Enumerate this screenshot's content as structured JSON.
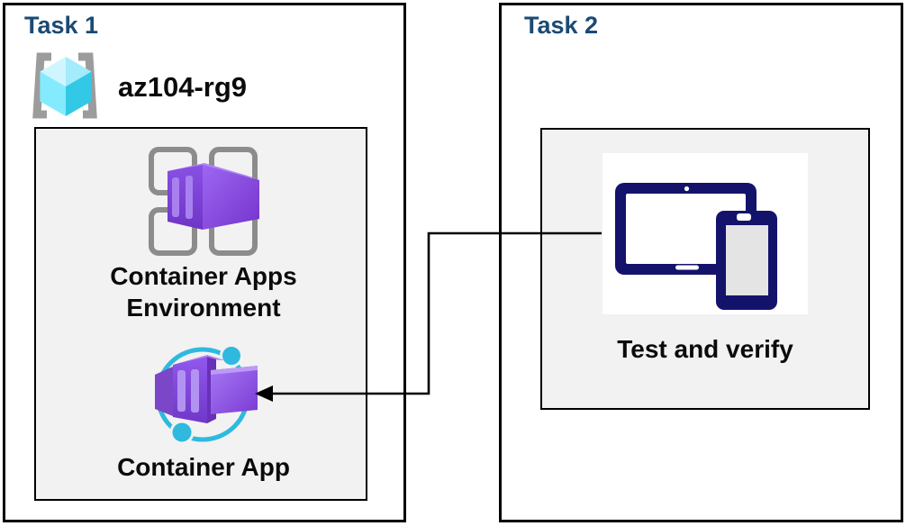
{
  "task1": {
    "title": "Task 1",
    "resource_group_name": "az104-rg9",
    "environment_label_line1": "Container Apps",
    "environment_label_line2": "Environment",
    "container_app_label": "Container App"
  },
  "task2": {
    "title": "Task 2",
    "test_label": "Test and verify"
  },
  "icons": {
    "resource_group": "resource-group-icon",
    "container_apps_environment": "container-apps-environment-icon",
    "container_app": "container-app-icon",
    "test_devices": "tablet-phone-icon",
    "connector": "elbow-arrow"
  },
  "colors": {
    "task_title": "#1B4A74",
    "box_border": "#000000",
    "inner_box_fill": "#F2F2F2",
    "label_text": "#0B0B0B",
    "arrow": "#000000",
    "container_purple": "#8148E0",
    "container_purple_light": "#B393F2",
    "ring_cyan": "#2FB9DE",
    "device_navy": "#14136B",
    "device_screen_gray": "#E4E4E4",
    "resource_group_cyan": "#50E6FF",
    "bracket_gray": "#9C9C9C",
    "grid_gray": "#8C8C8C"
  }
}
